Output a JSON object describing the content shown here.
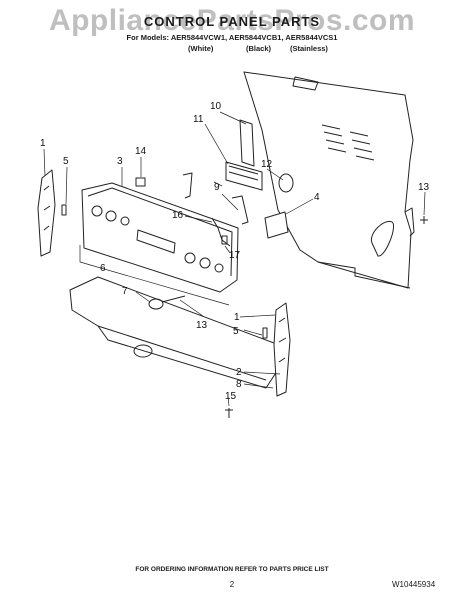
{
  "watermark": "AppliancePartsPros.com",
  "title": "CONTROL PANEL PARTS",
  "models": "For Models: AER5844VCW1, AER5844VCB1, AER5844VCS1",
  "finishes": [
    "(White)",
    "(Black)",
    "(Stainless)"
  ],
  "callouts": [
    "1",
    "5",
    "3",
    "14",
    "11",
    "10",
    "12",
    "9",
    "4",
    "13",
    "16",
    "6",
    "17",
    "7",
    "13",
    "1",
    "5",
    "2",
    "8",
    "15"
  ],
  "footer": "FOR ORDERING INFORMATION REFER TO PARTS PRICE LIST",
  "page_number": "2",
  "doc_number": "W10445934"
}
